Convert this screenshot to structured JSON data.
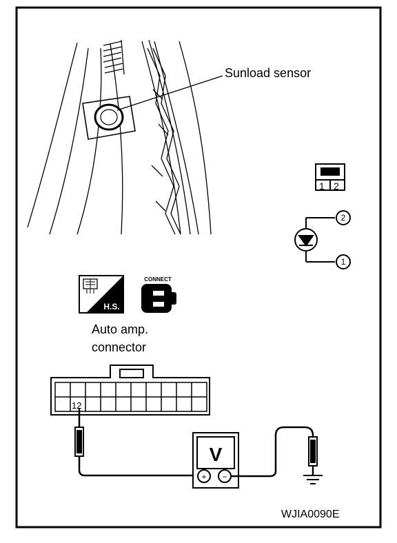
{
  "labels": {
    "sunload_sensor": "Sunload sensor",
    "auto_amp_line1": "Auto amp.",
    "auto_amp_line2": "connector",
    "connect": "CONNECT",
    "hs_badge": "H.S.",
    "figure_id": "WJIA0090E"
  },
  "sensor_connector": {
    "pin_1": "1",
    "pin_2": "2"
  },
  "sensor_symbol": {
    "terminal_top": "2",
    "terminal_bottom": "1"
  },
  "harness_connector": {
    "probe_terminal": "12"
  },
  "voltmeter": {
    "display": "V",
    "positive": "+",
    "negative": "−"
  },
  "icons": [
    "sunload-sensor",
    "diode-symbol",
    "harness-side-icon",
    "connect-icon",
    "voltmeter-icon",
    "ground-icon"
  ]
}
